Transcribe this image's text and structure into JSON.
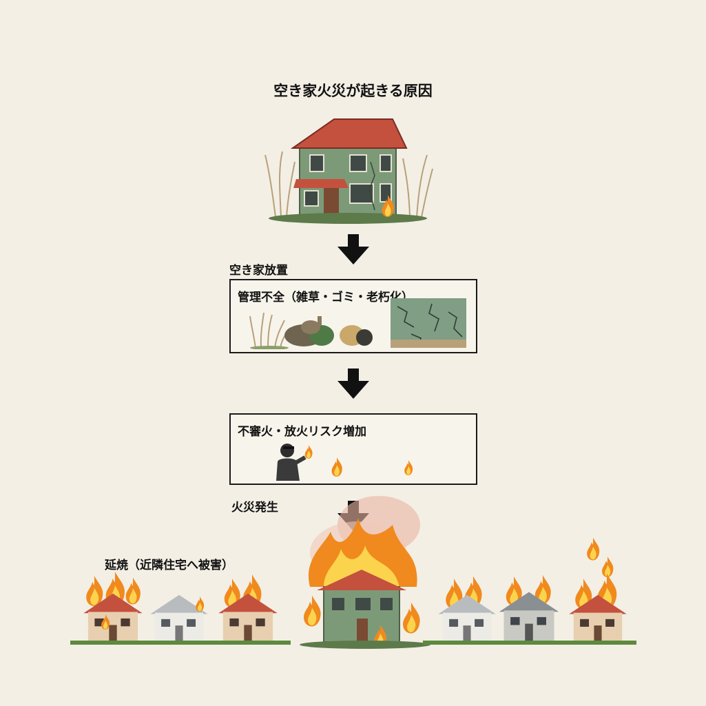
{
  "title": "空き家火災が起きる原因",
  "steps": {
    "vacant": "空き家放置",
    "management": "管理不全（雑草・ゴミ・老朽化）",
    "arson": "不審火・放火リスク増加",
    "fire": "火災発生",
    "spread": "延焼（近隣住宅へ被害）"
  },
  "icons": {
    "top_house": "dilapidated-house-icon",
    "weeds": "weeds-icon",
    "trash": "trash-bags-icon",
    "cracked_wall": "cracked-wall-icon",
    "arsonist": "arsonist-icon",
    "flame": "flame-icon",
    "burning_house": "burning-house-icon",
    "neighbor_house": "neighbor-house-icon",
    "arrow": "arrow-down-icon"
  },
  "colors": {
    "background": "#f3efe5",
    "house_wall": "#7d9a78",
    "roof": "#c4513d",
    "flame": "#f08a1e",
    "arrow": "#111111"
  }
}
